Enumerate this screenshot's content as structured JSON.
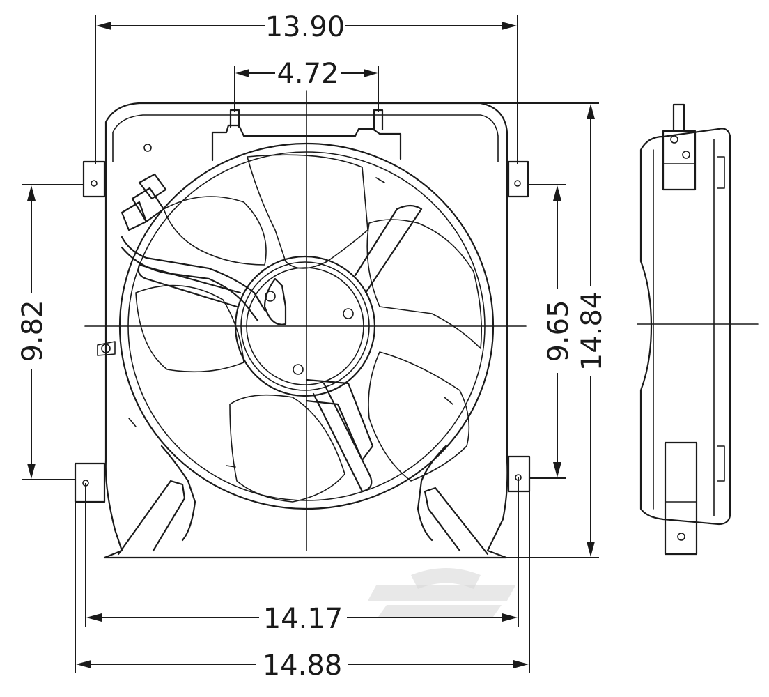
{
  "diagram": {
    "dimensions": {
      "top_width": "13.90",
      "mount_tab_spacing": "4.72",
      "left_height": "9.82",
      "right_height": "9.65",
      "overall_height": "14.84",
      "bottom_inner_width": "14.17",
      "bottom_overall_width": "14.88"
    },
    "colors": {
      "line": "#1a1a1a",
      "background": "#ffffff",
      "watermark": "#d6d6d6"
    }
  }
}
